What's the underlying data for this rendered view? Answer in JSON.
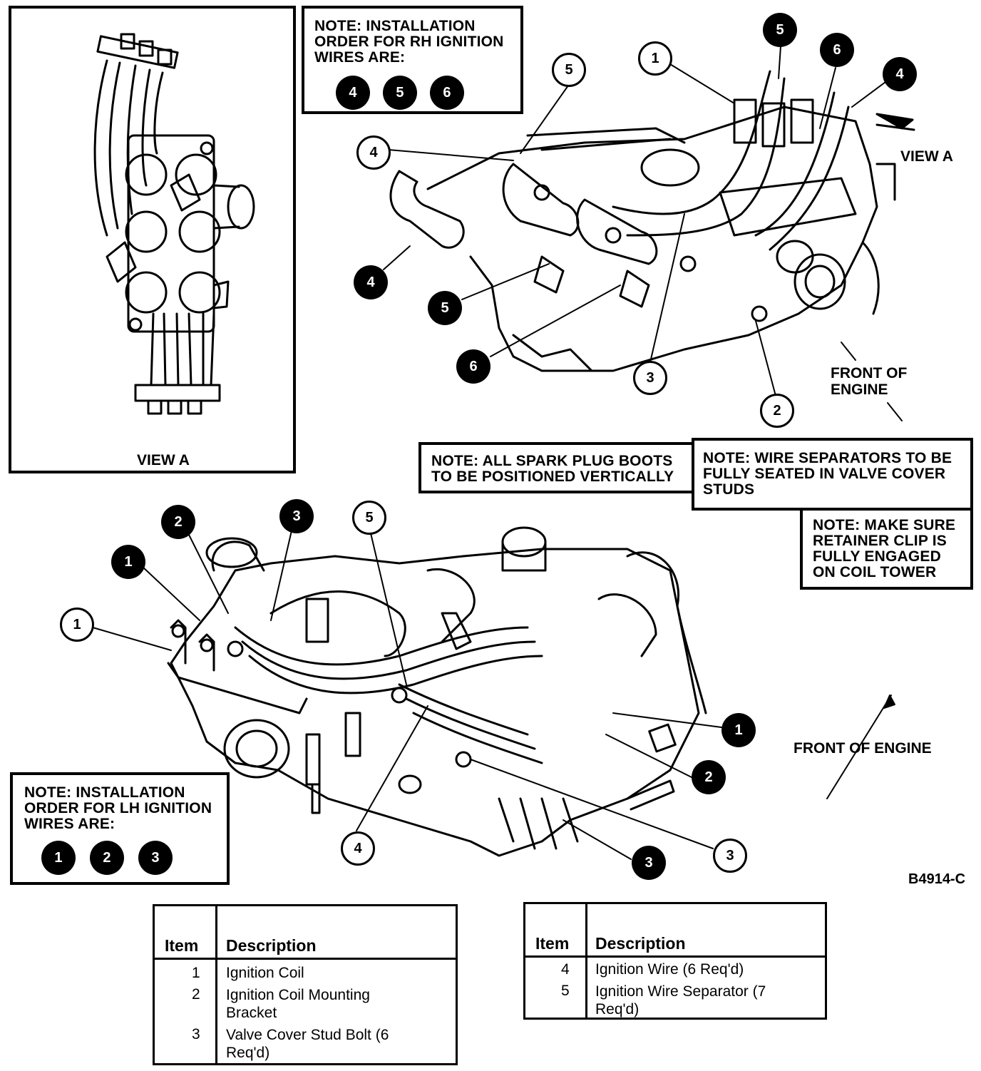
{
  "notes": {
    "rh_order": {
      "text": "NOTE: INSTALLATION\nORDER FOR RH IGNITION\nWIRES ARE:",
      "sequence": [
        "4",
        "5",
        "6"
      ]
    },
    "lh_order": {
      "text": "NOTE: INSTALLATION\nORDER FOR LH IGNITION\nWIRES ARE:",
      "sequence": [
        "1",
        "2",
        "3"
      ]
    },
    "boots": "NOTE: ALL SPARK PLUG BOOTS\nTO BE POSITIONED VERTICALLY",
    "separators": "NOTE: WIRE SEPARATORS TO BE\nFULLY SEATED IN VALVE COVER\nSTUDS",
    "retainer": "NOTE: MAKE SURE\nRETAINER CLIP IS\nFULLY ENGAGED\nON COIL TOWER"
  },
  "labels": {
    "view_a_caption": "VIEW A",
    "view_a_arrow": "VIEW A",
    "front_of_engine_top": "FRONT OF\nENGINE",
    "front_of_engine_bottom": "FRONT OF ENGINE",
    "figure_id": "B4914-C"
  },
  "callouts": {
    "top": {
      "open": [
        "1",
        "5",
        "4",
        "3",
        "2"
      ],
      "filled": [
        "5",
        "6",
        "4",
        "4",
        "5",
        "6"
      ]
    },
    "bottom": {
      "open": [
        "1",
        "5",
        "4",
        "3"
      ],
      "filled": [
        "2",
        "3",
        "1",
        "1",
        "2",
        "3"
      ]
    }
  },
  "legend": {
    "headers": {
      "item": "Item",
      "description": "Description"
    },
    "left": [
      {
        "item": "1",
        "description": "Ignition Coil"
      },
      {
        "item": "2",
        "description": "Ignition Coil Mounting Bracket"
      },
      {
        "item": "3",
        "description": "Valve Cover Stud Bolt (6 Req'd)"
      }
    ],
    "right": [
      {
        "item": "4",
        "description": "Ignition Wire (6 Req'd)"
      },
      {
        "item": "5",
        "description": "Ignition Wire Separator (7 Req'd)"
      }
    ]
  }
}
